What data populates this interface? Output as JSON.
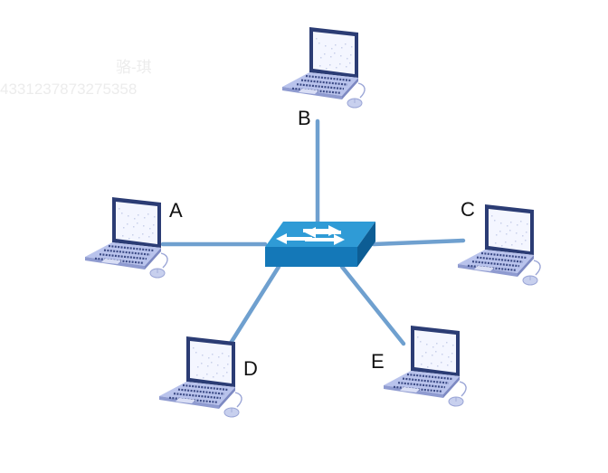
{
  "watermark": {
    "line1": "骆-琪",
    "line2": "4331237873275358"
  },
  "diagram": {
    "topology": "star",
    "hub": {
      "name": "switch",
      "icon": "network-switch-icon"
    },
    "nodes": [
      {
        "label": "A",
        "icon": "laptop-icon"
      },
      {
        "label": "B",
        "icon": "laptop-icon"
      },
      {
        "label": "C",
        "icon": "laptop-icon"
      },
      {
        "label": "D",
        "icon": "laptop-icon"
      },
      {
        "label": "E",
        "icon": "laptop-icon"
      }
    ],
    "links": [
      {
        "from": "switch",
        "to": "A"
      },
      {
        "from": "switch",
        "to": "B"
      },
      {
        "from": "switch",
        "to": "C"
      },
      {
        "from": "switch",
        "to": "D"
      },
      {
        "from": "switch",
        "to": "E"
      }
    ],
    "colors": {
      "link": "#6fa0cf",
      "switch_top": "#2f9bd6",
      "switch_front": "#1478b8",
      "switch_side": "#0d5d94",
      "laptop_frame": "#2b3c74",
      "laptop_screen": "#f4f6ff",
      "laptop_base": "#b9c3ec",
      "laptop_keys": "#3b4a85",
      "mouse": "#c8d0ee"
    }
  }
}
